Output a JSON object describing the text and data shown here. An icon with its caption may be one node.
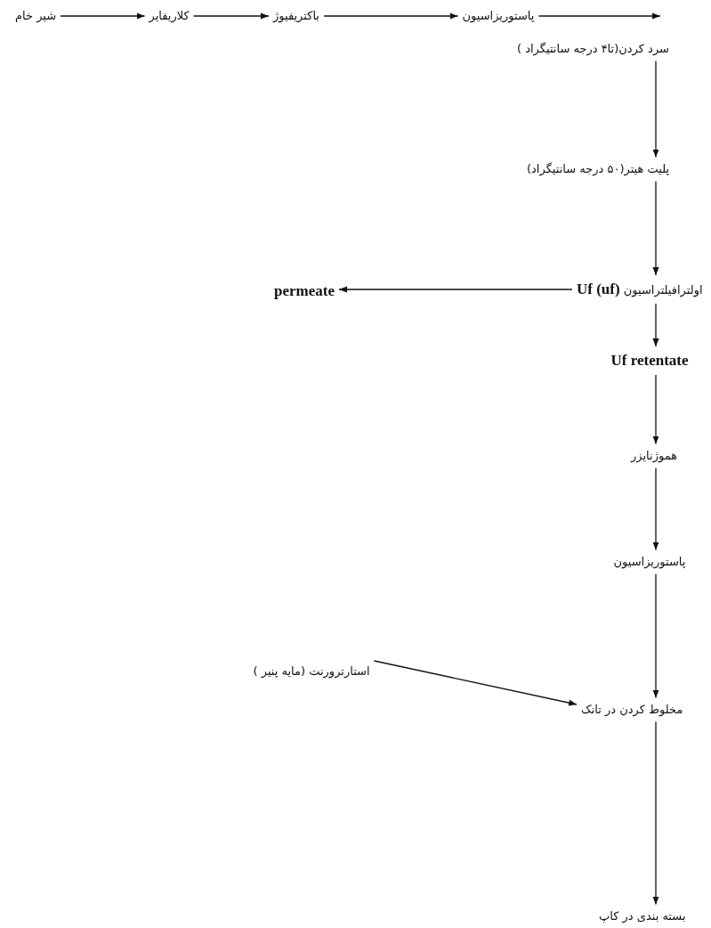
{
  "diagram": {
    "nodes": [
      {
        "text": [
          "شیر خام"
        ]
      },
      {
        "text": [
          "کلاریفایر"
        ]
      },
      {
        "text": [
          "باکتریفیوژ"
        ]
      },
      {
        "text": [
          "پاستوریزاسیون"
        ]
      },
      {
        "text": [
          "سرد کردن(تا۴ درجه سانتیگراد )"
        ]
      },
      {
        "text": [
          "پلیت هیتر(۵۰ درجه سانتیگراد)"
        ]
      },
      {
        "text": [
          "اولترافیلتراسیون **Uf (uf)**"
        ]
      },
      {
        "text": [
          "permeate"
        ]
      },
      {
        "text": [
          "Uf retentate"
        ]
      },
      {
        "text": [
          "هموژنایزر"
        ]
      },
      {
        "text": [
          "پاستوریزاسیون"
        ]
      },
      {
        "text": [
          "استارترورنت (مایه پنیر )"
        ]
      },
      {
        "text": [
          "مخلوط کردن در تانک"
        ]
      },
      {
        "text": [
          "بسته بندی در کاپ"
        ]
      }
    ],
    "edges": [
      {
        "from": 0,
        "to": 1,
        "arrow": "to"
      },
      {
        "from": 1,
        "to": 2,
        "arrow": "to"
      },
      {
        "from": 2,
        "to": 3,
        "arrow": "to"
      },
      {
        "from": 3,
        "to": 4,
        "arrow": "to"
      },
      {
        "from": 4,
        "to": 5,
        "arrow": "to"
      },
      {
        "from": 5,
        "to": 6,
        "arrow": "to"
      },
      {
        "from": 6,
        "to": 7,
        "arrow": "to"
      },
      {
        "from": 6,
        "to": 8,
        "arrow": "to"
      },
      {
        "from": 8,
        "to": 9,
        "arrow": "to"
      },
      {
        "from": 9,
        "to": 10,
        "arrow": "to"
      },
      {
        "from": 10,
        "to": 12,
        "arrow": "to"
      },
      {
        "from": 11,
        "to": 12,
        "arrow": "to"
      },
      {
        "from": 12,
        "to": 13,
        "arrow": "to"
      }
    ]
  }
}
